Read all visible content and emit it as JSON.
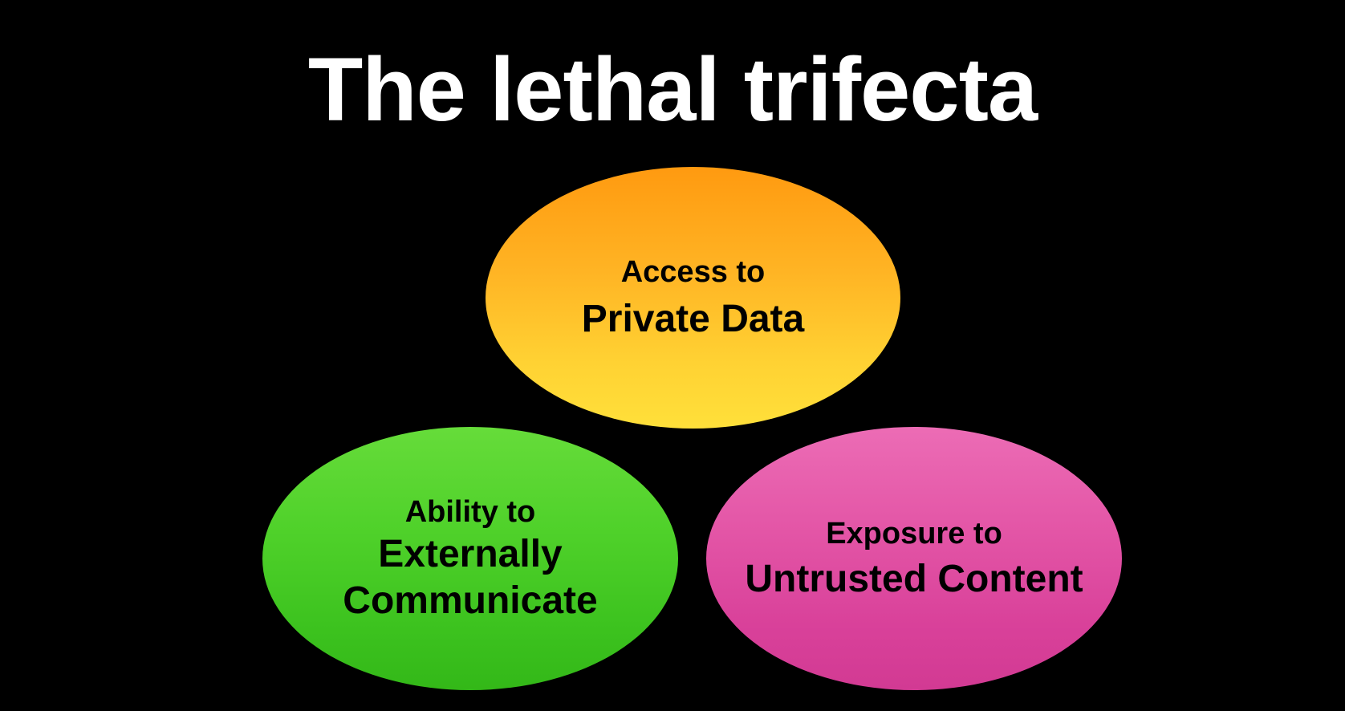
{
  "slide": {
    "title": "The lethal trifecta"
  },
  "diagram": {
    "nodes": [
      {
        "id": "private-data",
        "line1": "Access to",
        "line2": "Private Data",
        "line3": "",
        "color": "#ffb424"
      },
      {
        "id": "external-communication",
        "line1": "Ability to",
        "line2": "Externally",
        "line3": "Communicate",
        "color": "#4fd12a"
      },
      {
        "id": "untrusted-content",
        "line1": "Exposure to",
        "line2": "Untrusted Content",
        "line3": "",
        "color": "#e355a6"
      }
    ]
  },
  "colors": {
    "background": "#000000",
    "title": "#ffffff",
    "node_text": "#000000"
  }
}
